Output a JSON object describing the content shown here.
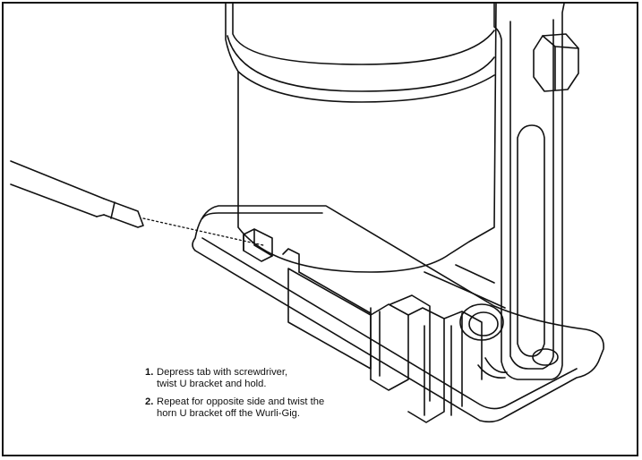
{
  "instructions": {
    "steps": [
      {
        "number": "1.",
        "text": "Depress tab with screwdriver, twist U bracket and hold."
      },
      {
        "number": "2.",
        "text": "Repeat for opposite side and twist the horn U bracket off the Wurli-Gig."
      }
    ]
  },
  "colors": {
    "line": "#111111",
    "background": "#ffffff"
  }
}
